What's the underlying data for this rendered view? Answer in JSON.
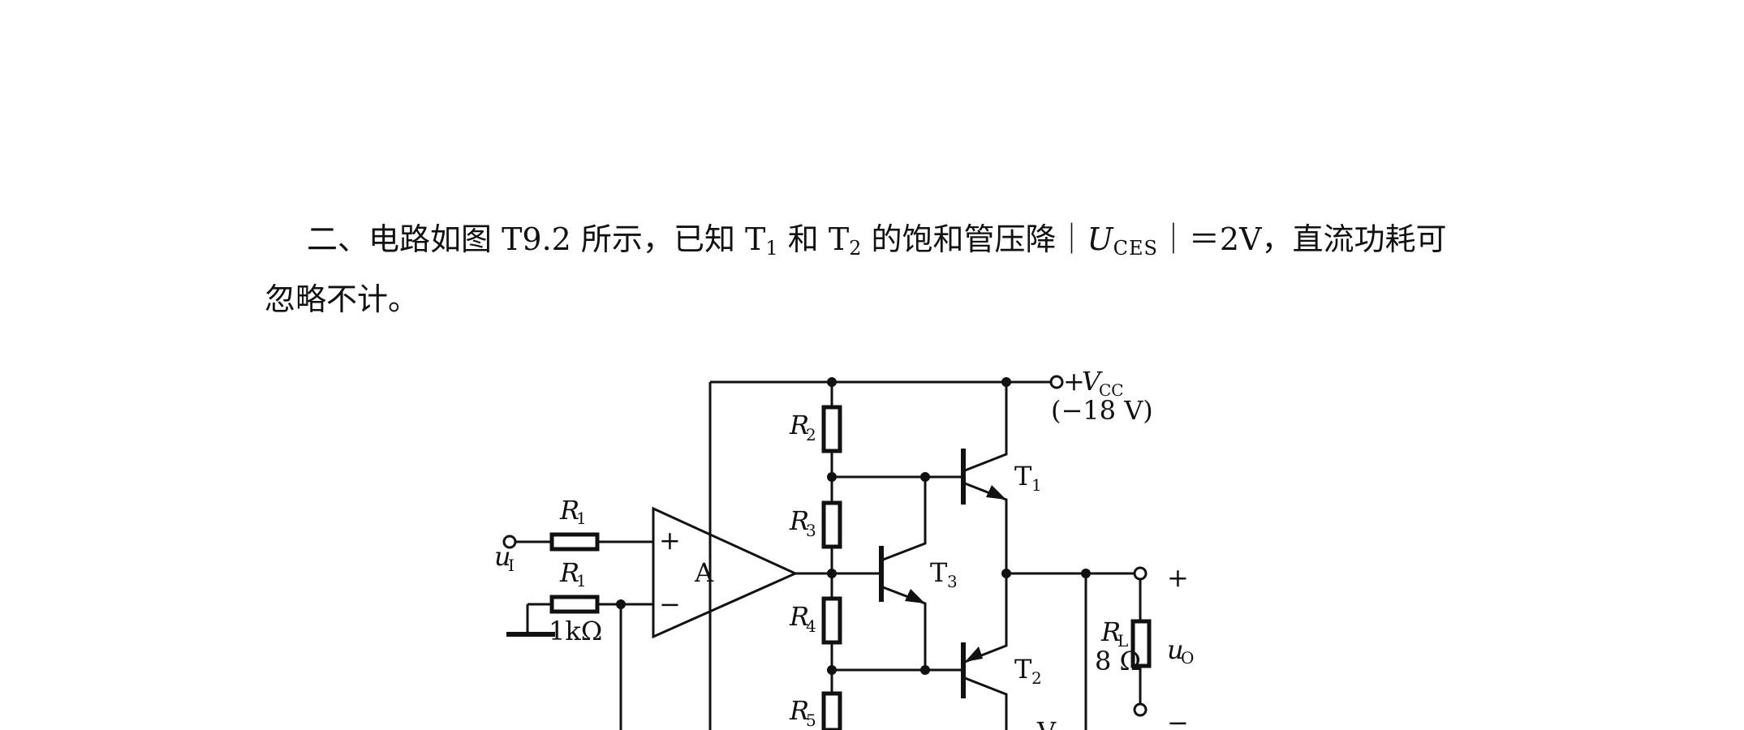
{
  "problem": {
    "lead": "二、电路如图 T9.2 所示，已知 T",
    "t1_sub": "1",
    "mid1": " 和 T",
    "t2_sub": "2",
    "mid2": " 的饱和管压降｜",
    "u_symbol": "U",
    "u_sub": "CES",
    "tail": "｜＝2V，直流功耗可",
    "line2": "忽略不计。"
  },
  "circuit": {
    "vcc_prefix": "+",
    "vcc_symbol": "V",
    "vcc_sub": "CC",
    "vcc_value": "(−18 V)",
    "amp_label": "A",
    "plus_input": "+",
    "minus_input": "−",
    "r1_top_symbol": "R",
    "r1_top_sub": "1",
    "r1_bottom_symbol": "R",
    "r1_bottom_sub": "1",
    "r1_bottom_value": "1kΩ",
    "ui_symbol": "u",
    "ui_sub": "I",
    "r2_symbol": "R",
    "r2_sub": "2",
    "r3_symbol": "R",
    "r3_sub": "3",
    "r4_symbol": "R",
    "r4_sub": "4",
    "r5_symbol": "R",
    "r5_sub": "5",
    "t1_label": "T",
    "t1_sub": "1",
    "t2_label": "T",
    "t2_sub": "2",
    "t3_label": "T",
    "t3_sub": "3",
    "rl_symbol": "R",
    "rl_sub": "L",
    "rl_value": "8 Ω",
    "uo_symbol": "u",
    "uo_sub": "O",
    "out_plus": "+",
    "out_minus": "−",
    "cut_label": "V"
  }
}
